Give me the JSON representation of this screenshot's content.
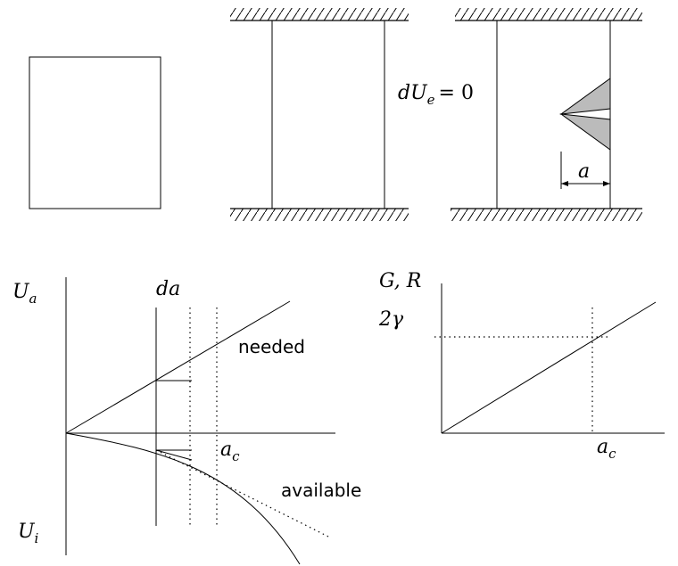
{
  "panel_top": {
    "energy_label": "dU",
    "energy_label_sub": "e",
    "energy_label_value": "= 0",
    "crack_length_label": "a"
  },
  "panel_energy": {
    "ua_label": "U",
    "ua_sub": "a",
    "ui_label": "U",
    "ui_sub": "i",
    "da_label": "da",
    "ac_label": "a",
    "ac_sub": "c",
    "needed_label": "needed",
    "available_label": "available"
  },
  "panel_gr": {
    "axis_label": "G, R",
    "two_gamma_label": "2γ",
    "ac_label": "a",
    "ac_sub": "c"
  }
}
